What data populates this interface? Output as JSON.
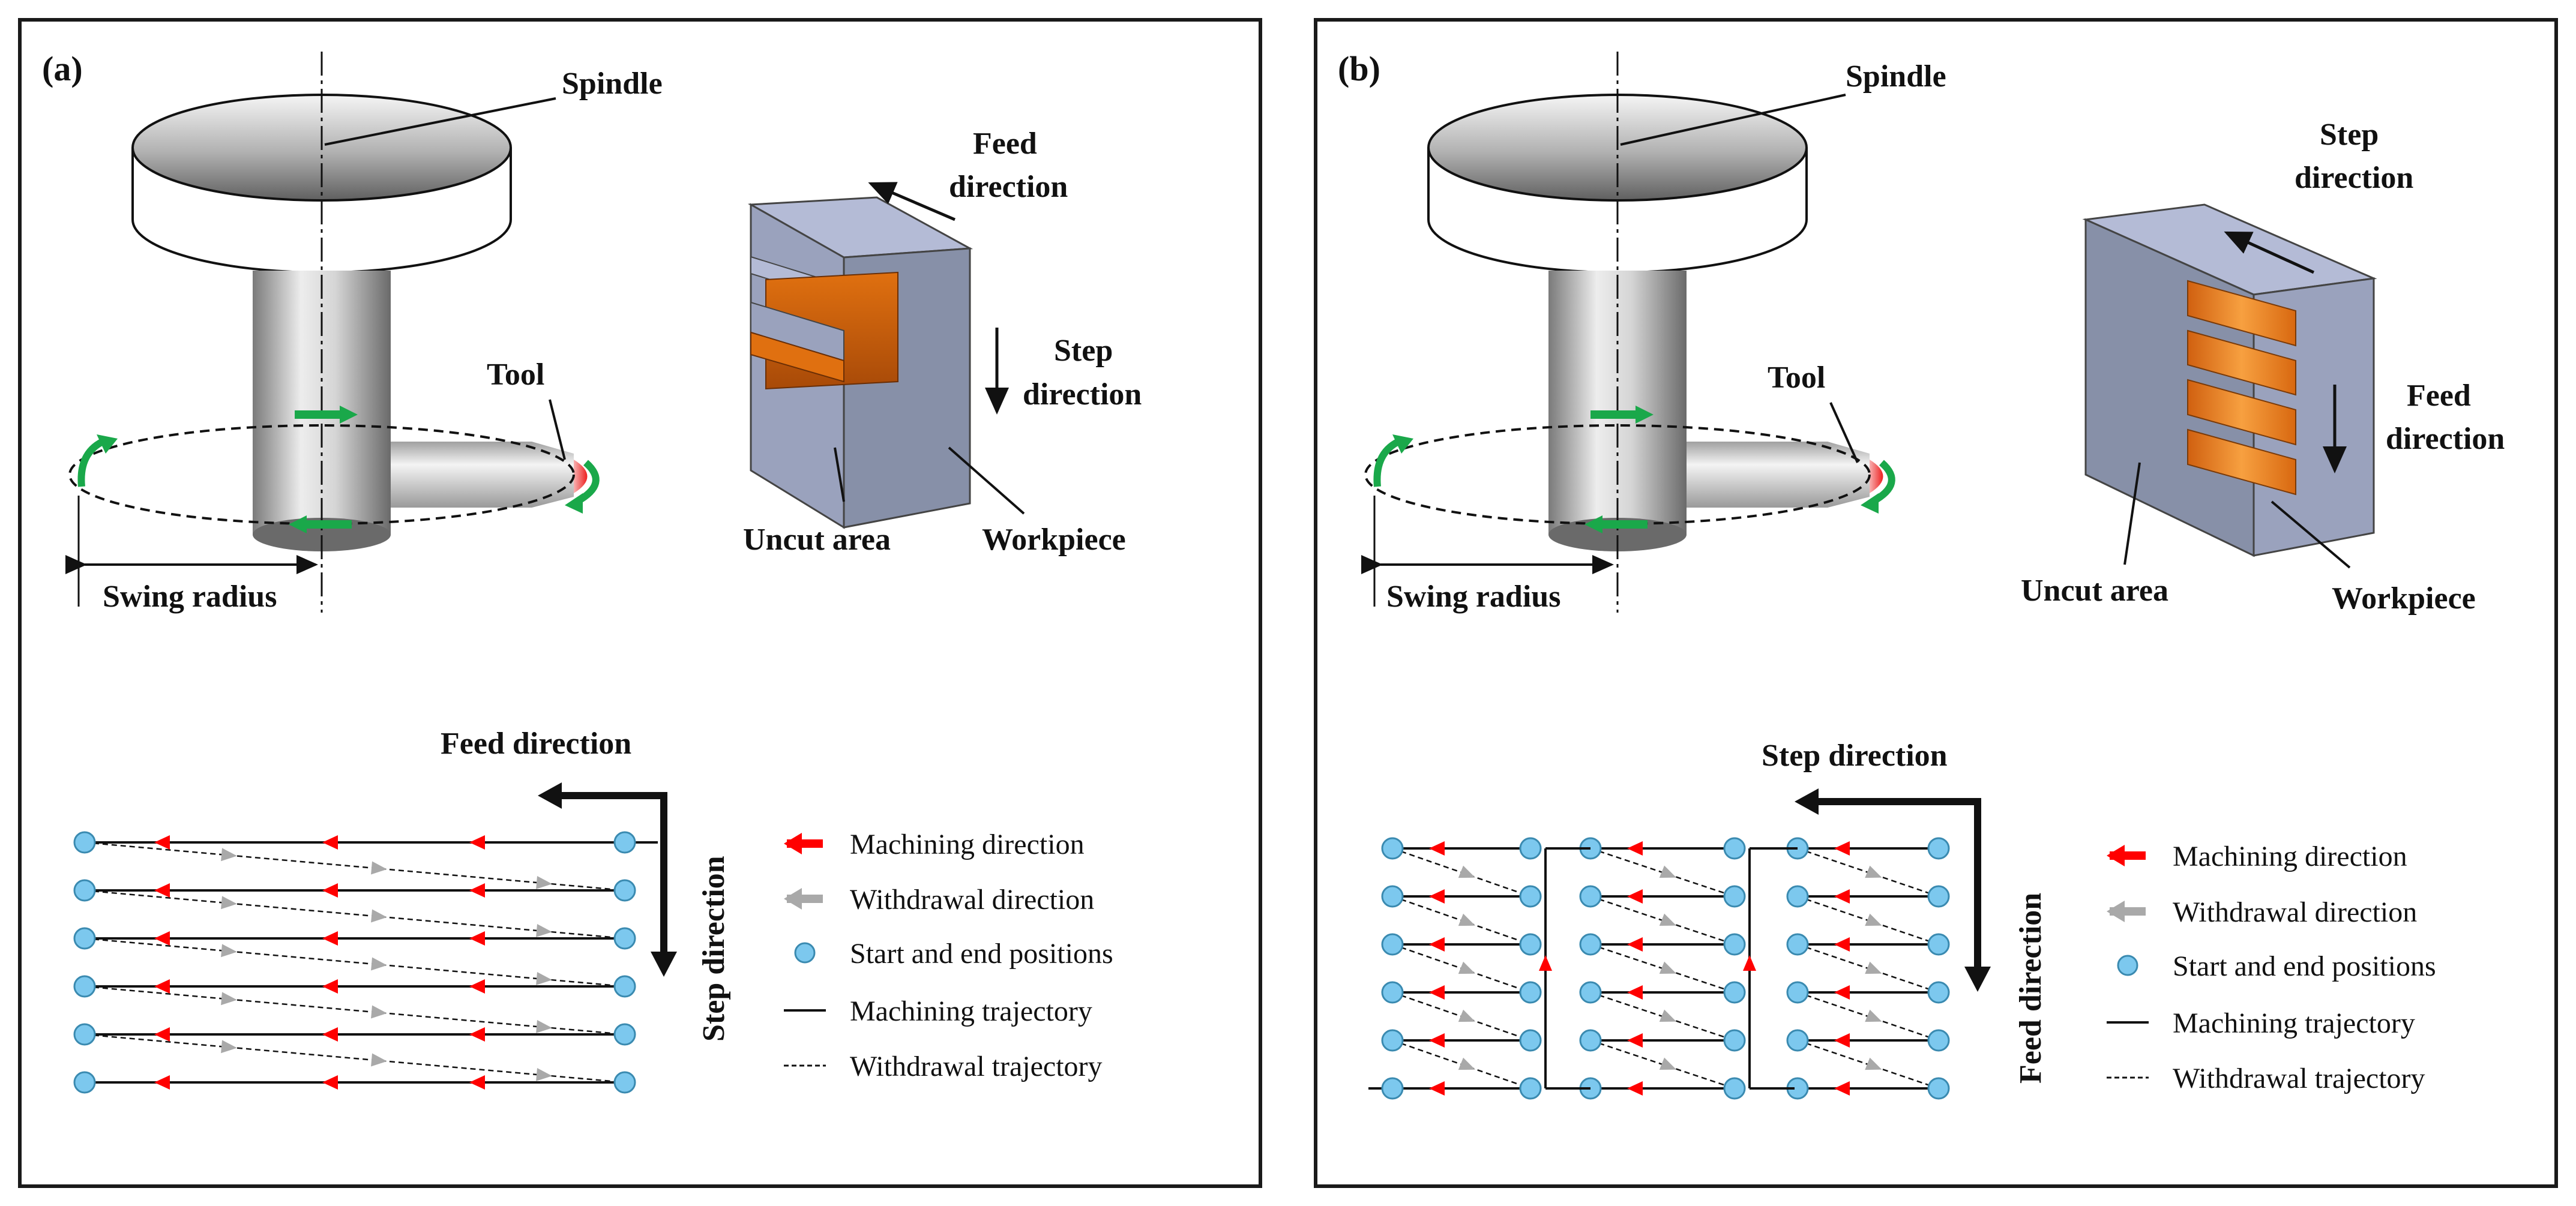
{
  "panels": [
    {
      "letter": "(a)",
      "labels": {
        "spindle": "Spindle",
        "tool": "Tool",
        "swing_radius": "Swing radius",
        "top_dir_1": "Feed",
        "top_dir_2": "direction",
        "side_dir_1": "Step",
        "side_dir_2": "direction",
        "uncut": "Uncut area",
        "workpiece": "Workpiece",
        "path_horizontal": "Feed direction",
        "path_vertical": "Step direction"
      }
    },
    {
      "letter": "(b)",
      "labels": {
        "spindle": "Spindle",
        "tool": "Tool",
        "swing_radius": "Swing radius",
        "top_dir_1": "Step",
        "top_dir_2": "direction",
        "side_dir_1": "Feed",
        "side_dir_2": "direction",
        "uncut": "Uncut area",
        "workpiece": "Workpiece",
        "path_horizontal": "Step direction",
        "path_vertical": "Feed direction"
      }
    }
  ],
  "legend": {
    "machining_direction": "Machining direction",
    "withdrawal_direction": "Withdrawal direction",
    "start_end": "Start and end positions",
    "machining_trajectory": "Machining trajectory",
    "withdrawal_trajectory": "Withdrawal trajectory"
  },
  "colors": {
    "machining_arrow": "#ff0000",
    "withdrawal_arrow": "#a9a9a9",
    "rotation_arrow": "#1aa84a",
    "groove": "#c0560c",
    "workpiece_side": "#8790a8",
    "workpiece_top": "#b4bbd6",
    "marker": "#7cc8ee"
  }
}
